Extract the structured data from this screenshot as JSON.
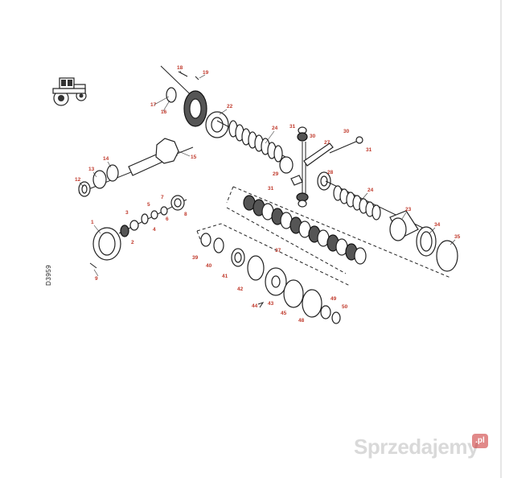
{
  "drawing_id": "D3959",
  "watermark": {
    "text": "Sprzedajemy",
    "badge": ".pl"
  },
  "callouts": [
    "1",
    "2",
    "3",
    "4",
    "5",
    "6",
    "7",
    "8",
    "9",
    "12",
    "13",
    "14",
    "15",
    "16",
    "17",
    "18",
    "19",
    "22",
    "23",
    "24",
    "24",
    "27",
    "28",
    "29",
    "30",
    "30",
    "31",
    "31",
    "31",
    "34",
    "35",
    "37",
    "39",
    "40",
    "41",
    "42",
    "43",
    "44",
    "45",
    "48",
    "49",
    "50"
  ],
  "colors": {
    "callout": "#c0392b",
    "ink": "#222222",
    "background": "#ffffff"
  }
}
